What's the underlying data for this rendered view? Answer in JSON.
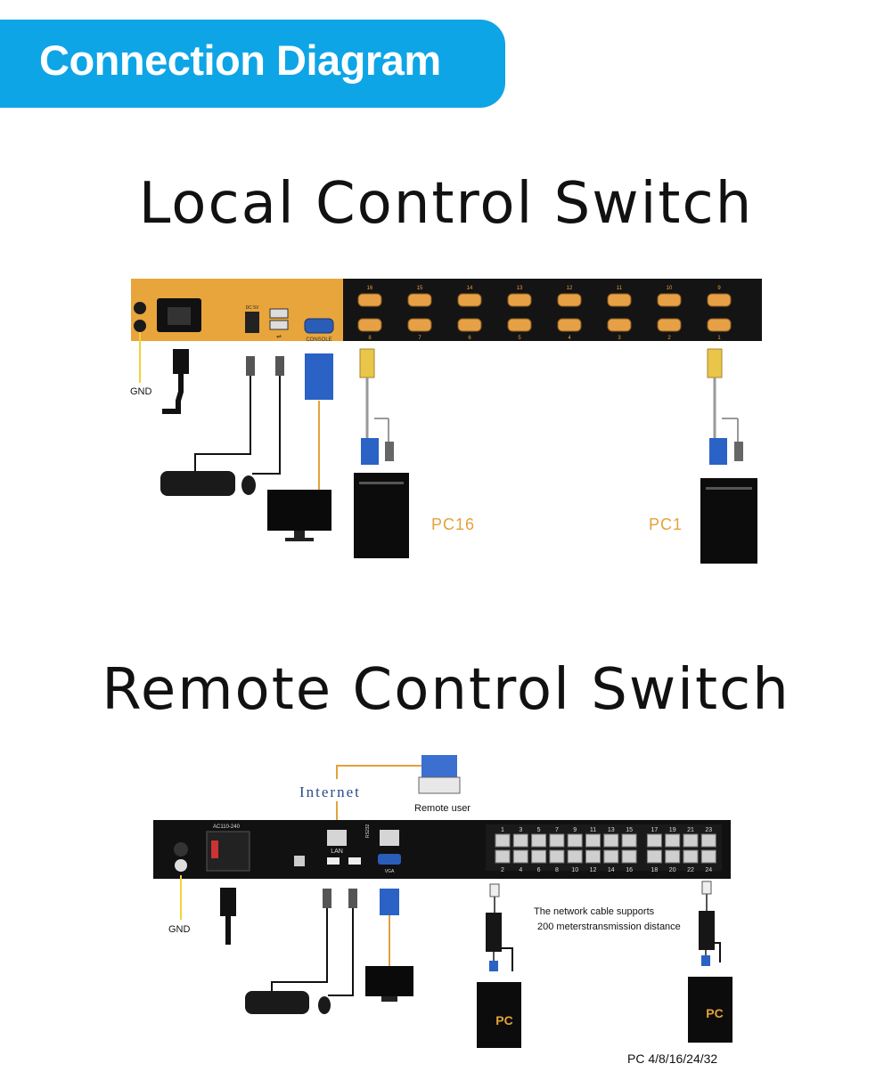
{
  "header": {
    "title": "Connection Diagram",
    "color": "#0ea5e6"
  },
  "local": {
    "title": "Local Control Switch",
    "gnd": "GND",
    "console_label": "CONSOLE",
    "dc_label": "DC 5V",
    "top_ports": [
      "16",
      "15",
      "14",
      "13",
      "12",
      "11",
      "10",
      "9"
    ],
    "bottom_ports": [
      "8",
      "7",
      "6",
      "5",
      "4",
      "3",
      "2",
      "1"
    ],
    "pc_left": "PC16",
    "pc_right": "PC1",
    "accent": "#e3a23a"
  },
  "remote": {
    "title": "Remote Control Switch",
    "internet": "Internet",
    "remote_user": "Remote user",
    "power_label": "AC110-240",
    "lan": "LAN",
    "rs232": "RS232",
    "vga": "VGA",
    "gnd": "GND",
    "top_ports": [
      "1",
      "3",
      "5",
      "7",
      "9",
      "11",
      "13",
      "15",
      "17",
      "19",
      "21",
      "23"
    ],
    "bottom_ports": [
      "2",
      "4",
      "6",
      "8",
      "10",
      "12",
      "14",
      "16",
      "18",
      "20",
      "22",
      "24"
    ],
    "note_line1": "The network cable supports",
    "note_line2": "200 meterstransmission distance",
    "pc_label": "PC",
    "pc_count": "PC 4/8/16/24/32"
  }
}
